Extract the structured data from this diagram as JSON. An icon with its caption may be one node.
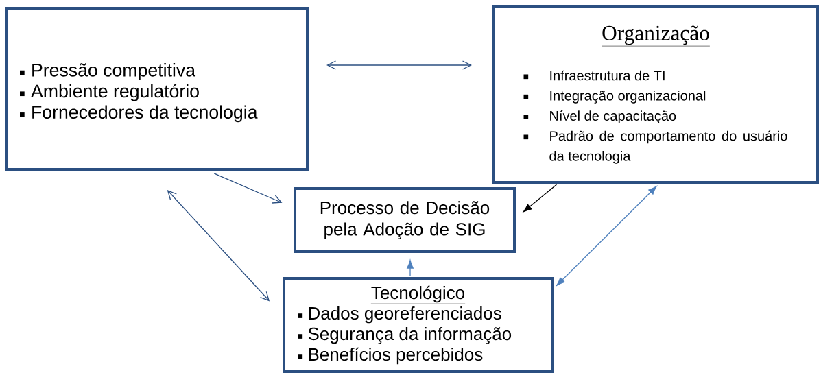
{
  "diagram": {
    "nodes": [
      {
        "text": [
          "Pressão competitiva",
          "Ambiente regulatório",
          "Fornecedores da tecnologia"
        ]
      },
      {
        "text": [
          "Organização",
          "Infraestrutura de TI",
          "Integração organizacional",
          "Nível de capacitação",
          "Padrão de comportamento do usuário da tecnologia"
        ]
      },
      {
        "text": [
          "Processo de Decisão pela Adoção de SIG"
        ]
      },
      {
        "text": [
          "Tecnológico",
          "Dados georeferenciados",
          "Segurança da informação",
          "Benefícios percebidos"
        ]
      }
    ],
    "edges": [
      {
        "from": 0,
        "to": 1,
        "arrow": "both"
      },
      {
        "from": 0,
        "to": 2,
        "arrow": "to"
      },
      {
        "from": 1,
        "to": 2,
        "arrow": "to",
        "color": "#000000"
      },
      {
        "from": 0,
        "to": 3,
        "arrow": "both"
      },
      {
        "from": 3,
        "to": 2,
        "arrow": "to",
        "color": "#4f81bd"
      },
      {
        "from": 1,
        "to": 3,
        "arrow": "both",
        "color": "#4f81bd"
      }
    ]
  }
}
